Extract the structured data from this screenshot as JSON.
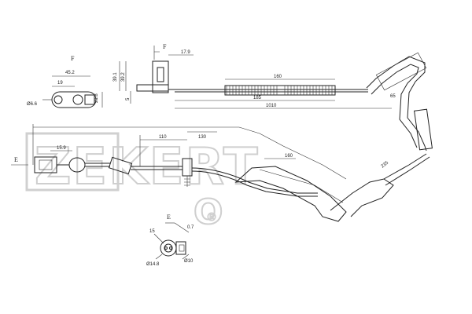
{
  "watermark": {
    "brand": "ZEKERT",
    "registered": "®"
  },
  "view_labels": {
    "top_view": "F",
    "bottom_view": "E",
    "arrow_f": "F",
    "arrow_e": "E"
  },
  "dimensions": {
    "d45_2": "45.2",
    "d19": "19",
    "d6_6": "Ø6.6",
    "d21_8": "21.8",
    "d17_9": "17.9",
    "d39_1": "39.1",
    "d39_2": "39.2",
    "d5": "5",
    "d160_top": "160",
    "d185": "185",
    "d1010": "1010",
    "d65": "65",
    "d15_9": "15.9",
    "d110": "110",
    "d130": "130",
    "d160_mid": "160",
    "d235": "235",
    "d15": "15",
    "d0_7": "0.7",
    "d14_8": "Ø14.8",
    "d10": "Ø10"
  }
}
